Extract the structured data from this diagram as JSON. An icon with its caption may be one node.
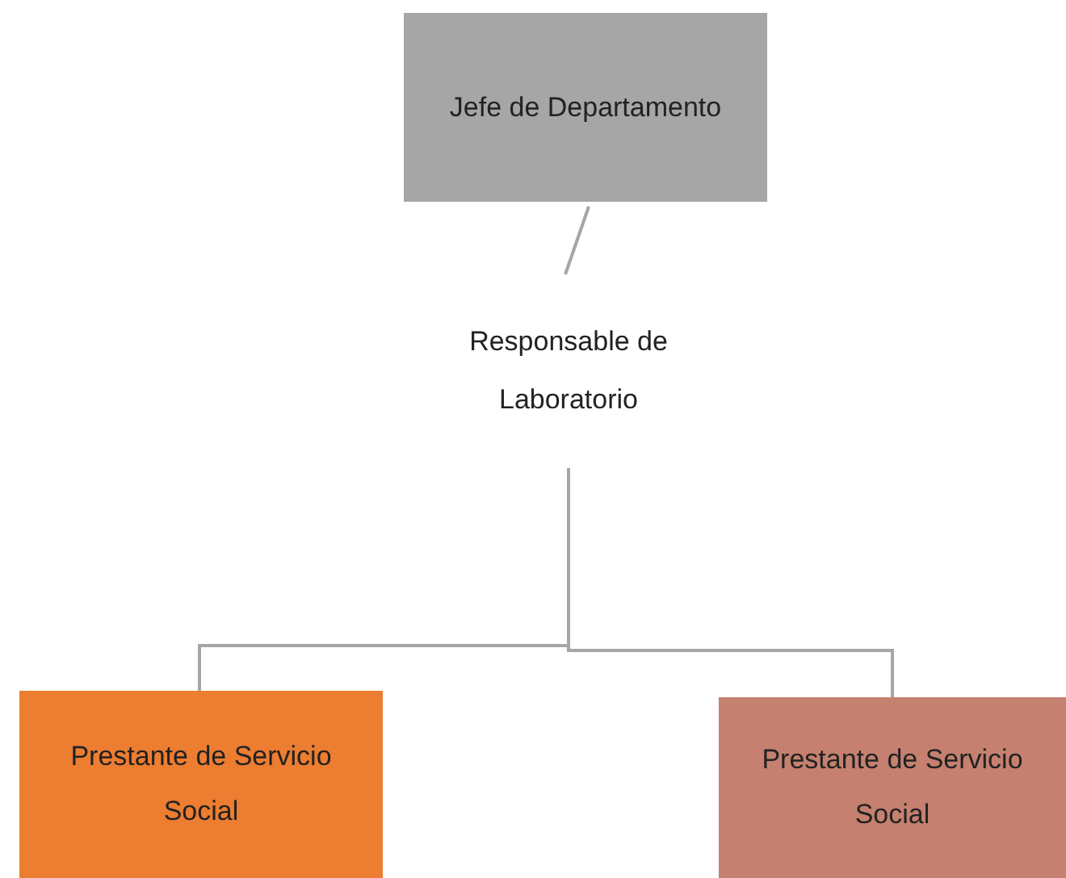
{
  "diagram": {
    "nodes": [
      {
        "text": [
          "Jefe de Departamento"
        ]
      },
      {
        "text": [
          "Responsable de Laboratorio"
        ]
      },
      {
        "text": [
          "Prestante de Servicio Social"
        ]
      },
      {
        "text": [
          "Prestante de Servicio Social"
        ]
      }
    ],
    "edges": [
      {
        "from": 0,
        "to": 1,
        "arrow": "none"
      },
      {
        "from": 1,
        "to": 2,
        "arrow": "none"
      },
      {
        "from": 1,
        "to": 3,
        "arrow": "none"
      }
    ]
  }
}
